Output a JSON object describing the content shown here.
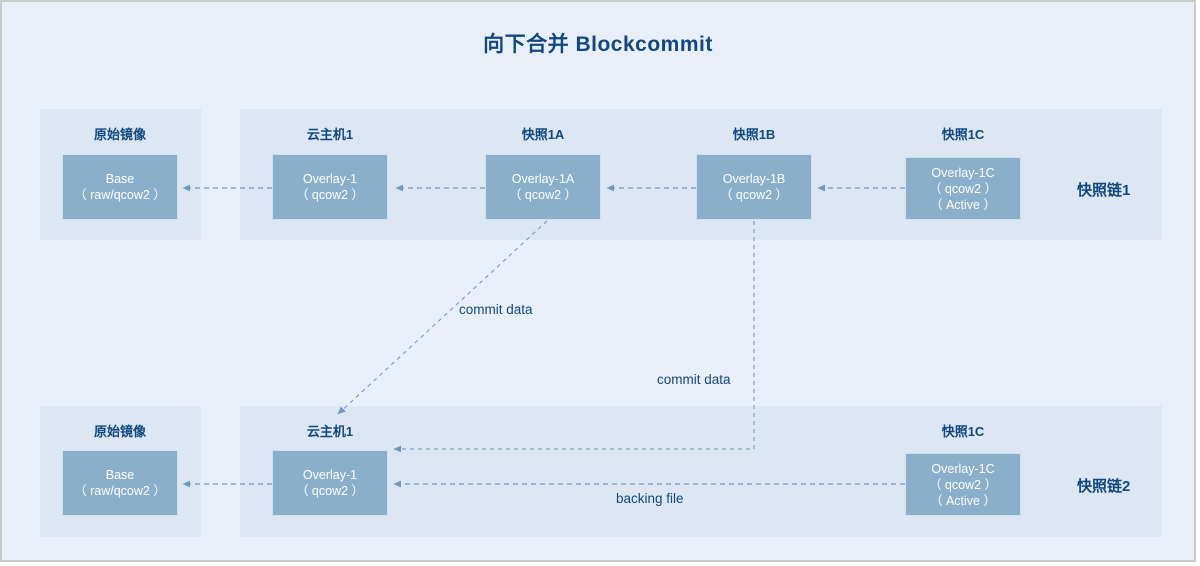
{
  "title": "向下合并 Blockcommit",
  "colors": {
    "page_background": "#e9eff8",
    "panel": "#dde6f3",
    "node_fill": "#8aafcb",
    "node_border": "#cfe0ee",
    "text_dark_blue": "#10487f",
    "edge": "#7ba0c4"
  },
  "chains": [
    {
      "name": "快照链1",
      "groups": [
        {
          "caption": "原始镜像",
          "node": {
            "lines": [
              "Base",
              "（ raw/qcow2 ）"
            ]
          }
        },
        {
          "caption": "云主机1",
          "node": {
            "lines": [
              "Overlay-1",
              "（ qcow2 ）"
            ]
          }
        },
        {
          "caption": "快照1A",
          "node": {
            "lines": [
              "Overlay-1A",
              "（ qcow2 ）"
            ]
          }
        },
        {
          "caption": "快照1B",
          "node": {
            "lines": [
              "Overlay-1B",
              "（ qcow2 ）"
            ]
          }
        },
        {
          "caption": "快照1C",
          "node": {
            "lines": [
              "Overlay-1C",
              "（ qcow2 ）",
              "（ Active ）"
            ]
          }
        }
      ]
    },
    {
      "name": "快照链2",
      "groups": [
        {
          "caption": "原始镜像",
          "node": {
            "lines": [
              "Base",
              "（ raw/qcow2 ）"
            ]
          }
        },
        {
          "caption": "云主机1",
          "node": {
            "lines": [
              "Overlay-1",
              "（ qcow2 ）"
            ]
          }
        },
        {
          "caption": "快照1C",
          "node": {
            "lines": [
              "Overlay-1C",
              "（ qcow2 ）",
              "（ Active ）"
            ]
          }
        }
      ]
    }
  ],
  "edge_labels": {
    "commit_data_a": "commit data",
    "commit_data_b": "commit data",
    "backing_file": "backing file"
  }
}
